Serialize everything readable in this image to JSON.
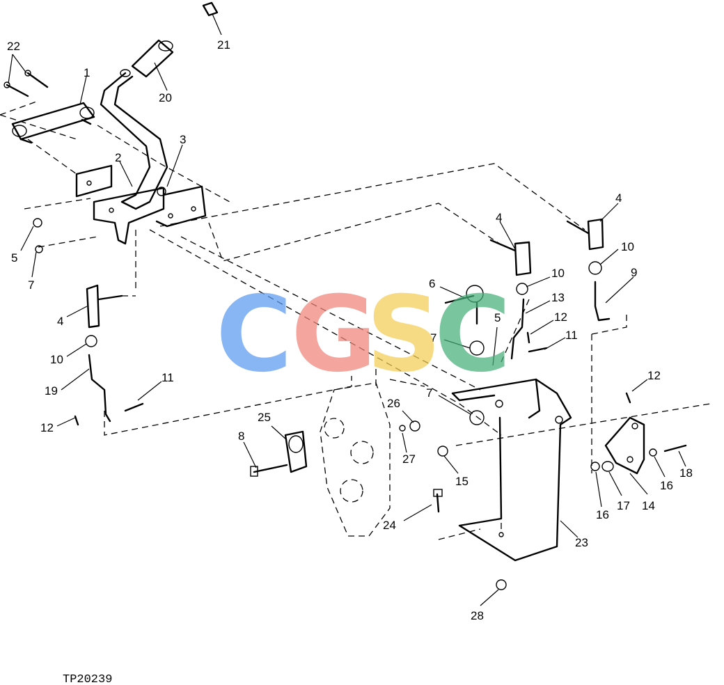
{
  "figure": {
    "id_label": "TP20239",
    "callouts": [
      {
        "key": "c22",
        "text": "22"
      },
      {
        "key": "c1",
        "text": "1"
      },
      {
        "key": "c21",
        "text": "21"
      },
      {
        "key": "c20",
        "text": "20"
      },
      {
        "key": "c3",
        "text": "3"
      },
      {
        "key": "c2",
        "text": "2"
      },
      {
        "key": "c5a",
        "text": "5"
      },
      {
        "key": "c7a",
        "text": "7"
      },
      {
        "key": "c4a",
        "text": "4"
      },
      {
        "key": "c10a",
        "text": "10"
      },
      {
        "key": "c19",
        "text": "19"
      },
      {
        "key": "c12a",
        "text": "12"
      },
      {
        "key": "c11a",
        "text": "11"
      },
      {
        "key": "c4b",
        "text": "4"
      },
      {
        "key": "c10b",
        "text": "10"
      },
      {
        "key": "c6",
        "text": "6"
      },
      {
        "key": "c13",
        "text": "13"
      },
      {
        "key": "c5b",
        "text": "5"
      },
      {
        "key": "c7b",
        "text": "7"
      },
      {
        "key": "c12b",
        "text": "12"
      },
      {
        "key": "c11b",
        "text": "11"
      },
      {
        "key": "c7c",
        "text": "7"
      },
      {
        "key": "c4c",
        "text": "4"
      },
      {
        "key": "c10c",
        "text": "10"
      },
      {
        "key": "c9",
        "text": "9"
      },
      {
        "key": "c12c",
        "text": "12"
      },
      {
        "key": "c26",
        "text": "26"
      },
      {
        "key": "c25",
        "text": "25"
      },
      {
        "key": "c8",
        "text": "8"
      },
      {
        "key": "c27",
        "text": "27"
      },
      {
        "key": "c15",
        "text": "15"
      },
      {
        "key": "c24",
        "text": "24"
      },
      {
        "key": "c16a",
        "text": "16"
      },
      {
        "key": "c17",
        "text": "17"
      },
      {
        "key": "c14",
        "text": "14"
      },
      {
        "key": "c16b",
        "text": "16"
      },
      {
        "key": "c18",
        "text": "18"
      },
      {
        "key": "c23",
        "text": "23"
      },
      {
        "key": "c28",
        "text": "28"
      }
    ]
  },
  "watermark": {
    "letters": [
      {
        "char": "C",
        "color": "#5b9bf0"
      },
      {
        "char": "G",
        "color": "#f0857a"
      },
      {
        "char": "S",
        "color": "#f4cd55"
      },
      {
        "char": "C",
        "color": "#45b07a"
      }
    ]
  }
}
